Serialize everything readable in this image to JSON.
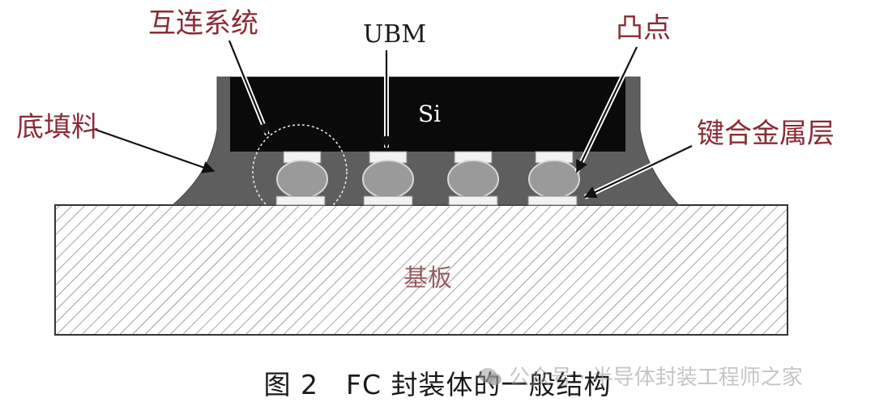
{
  "labels": {
    "interconnect": "互连系统",
    "ubm": "UBM",
    "bump": "凸点",
    "underfill": "底填料",
    "bond_layer": "键合金属层",
    "die": "Si",
    "substrate": "基板"
  },
  "caption": "图 2　FC 封装体的一般结构",
  "watermark": "公众号 · 半导体封装工程师之家",
  "colors": {
    "label_red": "#8a2b35",
    "die_fill": "#0a0a0a",
    "underfill_fill": "#5e5e5e",
    "bump_fill": "#9a9a9a",
    "hatch": "#555555"
  }
}
